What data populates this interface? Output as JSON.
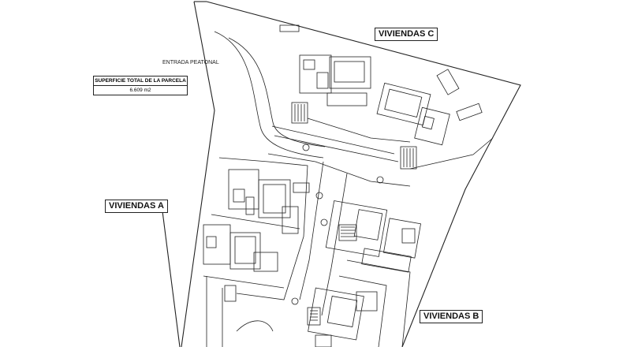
{
  "labels": {
    "viviendas_a": "VIVIENDAS A",
    "viviendas_b": "VIVIENDAS B",
    "viviendas_c": "VIVIENDAS C",
    "entrada": "ENTRADA PEATONAL"
  },
  "superficie": {
    "title": "SUPERFICIE TOTAL DE LA PARCELA",
    "value": "6.609 m2"
  }
}
